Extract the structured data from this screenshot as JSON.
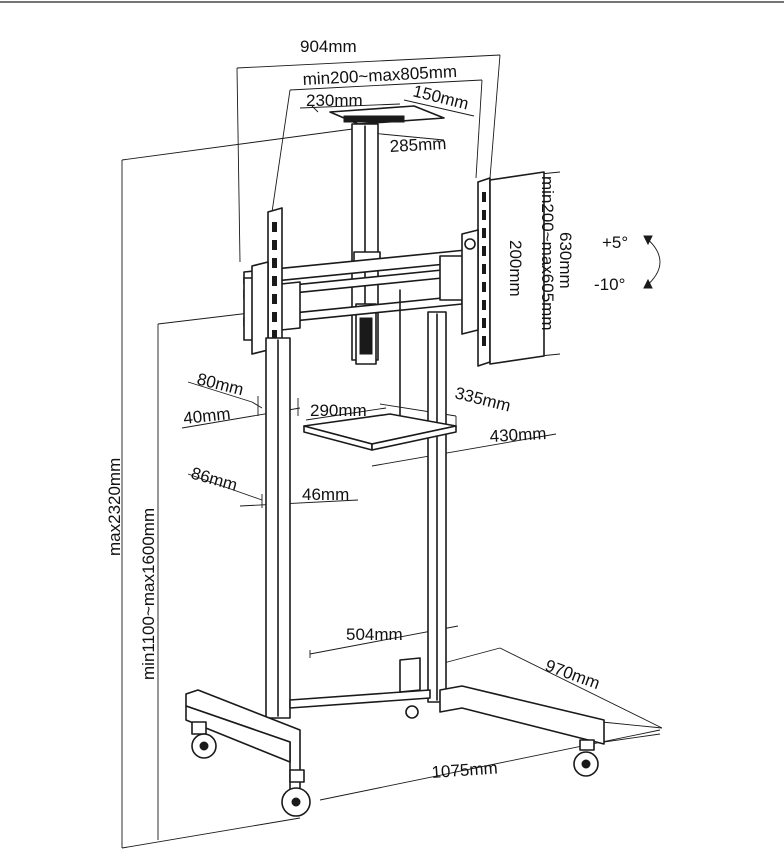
{
  "labels": {
    "width_904": "904mm",
    "vesa_width": "min200~max805mm",
    "plate_230": "230mm",
    "plate_150": "150mm",
    "plate_285": "285mm",
    "height_630": "630mm",
    "vesa_height": "min200~max605mm",
    "arm_200": "200mm",
    "tilt_up": "+5°",
    "tilt_down": "-10°",
    "offset_80": "80mm",
    "offset_40": "40mm",
    "shelf_290": "290mm",
    "shelf_335": "335mm",
    "shelf_430": "430mm",
    "column_86": "86mm",
    "column_46": "46mm",
    "total_height": "max2320mm",
    "mount_height": "min1100~max1600mm",
    "span_504": "504mm",
    "base_970": "970mm",
    "base_1075": "1075mm"
  },
  "colors": {
    "line": "#1a1a1a",
    "background": "#ffffff"
  }
}
